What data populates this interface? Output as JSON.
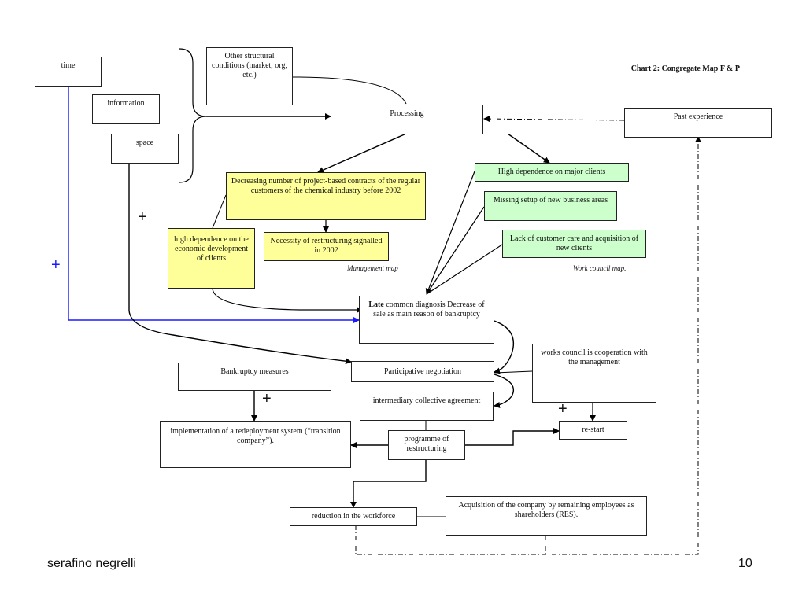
{
  "slide": {
    "title": "Chart 2: Congregate Map F & P",
    "author": "serafino negrelli",
    "page_number": "10"
  },
  "boxes": {
    "time": "time",
    "information": "information",
    "space": "space",
    "other_structural": "Other structural conditions (market, org, etc.)",
    "processing": "Processing",
    "past_experience": "Past experience",
    "decreasing_contracts": "Decreasing number of project-based contracts of the regular customers of the chemical industry before 2002",
    "high_dependence_economic": "high dependence on the economic development of clients",
    "necessity_restructuring": "Necessity of restructuring signalled in 2002",
    "high_dependence_major": "High dependence on major clients",
    "missing_setup": "Missing setup of new business areas",
    "lack_customer_care": "Lack of customer care and acquisition of new clients",
    "late_diagnosis_bold": "Late",
    "late_diagnosis_rest": " common diagnosis Decrease of sale as main reason of bankruptcy",
    "works_council": "works council is cooperation with the management",
    "bankruptcy_measures": "Bankruptcy  measures",
    "participative_negotiation": "Participative negotiation",
    "intermediary_agreement": "intermediary collective agreement",
    "implementation": "implementation of a redeployment system (“transition company”).",
    "programme": "programme of restructuring",
    "restart": "re-start",
    "reduction": "reduction in the workforce",
    "acquisition": "Acquisition of the company by remaining employees as shareholders (RES)."
  },
  "notes": {
    "management_map": "Management map",
    "work_council_map": "Work council map."
  },
  "signs": {
    "plus": "+"
  },
  "colors": {
    "yellow_box": "#ffff99",
    "green_box": "#ccffcc",
    "blue_connector": "#1a1aff"
  }
}
